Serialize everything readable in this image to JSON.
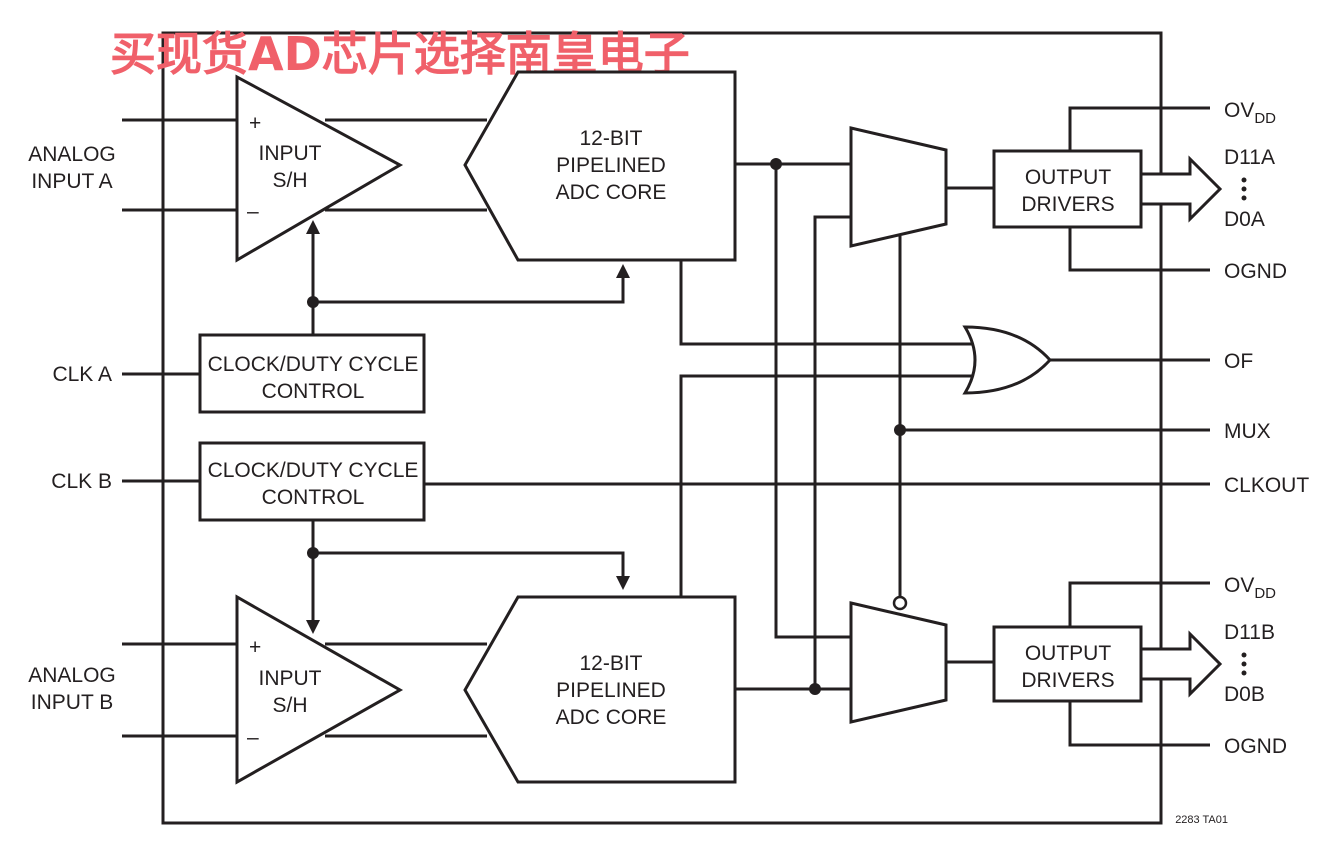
{
  "watermark": "买现货AD芯片选择南皇电子",
  "inputs": {
    "analog_a": [
      "ANALOG",
      "INPUT A"
    ],
    "analog_b": [
      "ANALOG",
      "INPUT B"
    ],
    "clk_a": "CLK A",
    "clk_b": "CLK B"
  },
  "blocks": {
    "sh_plus": "+",
    "sh_minus": "–",
    "sh_label": [
      "INPUT",
      "S/H"
    ],
    "adc_label": [
      "12-BIT",
      "PIPELINED",
      "ADC CORE"
    ],
    "clock_label": [
      "CLOCK/DUTY CYCLE",
      "CONTROL"
    ],
    "driver_label": [
      "OUTPUT",
      "DRIVERS"
    ]
  },
  "outputs": {
    "ovdd_main": "OV",
    "ovdd_sub": "DD",
    "d11a": "D11A",
    "d0a": "D0A",
    "ognd": "OGND",
    "of": "OF",
    "mux": "MUX",
    "clkout": "CLKOUT",
    "d11b": "D11B",
    "d0b": "D0B"
  },
  "figure_id": "2283 TA01"
}
